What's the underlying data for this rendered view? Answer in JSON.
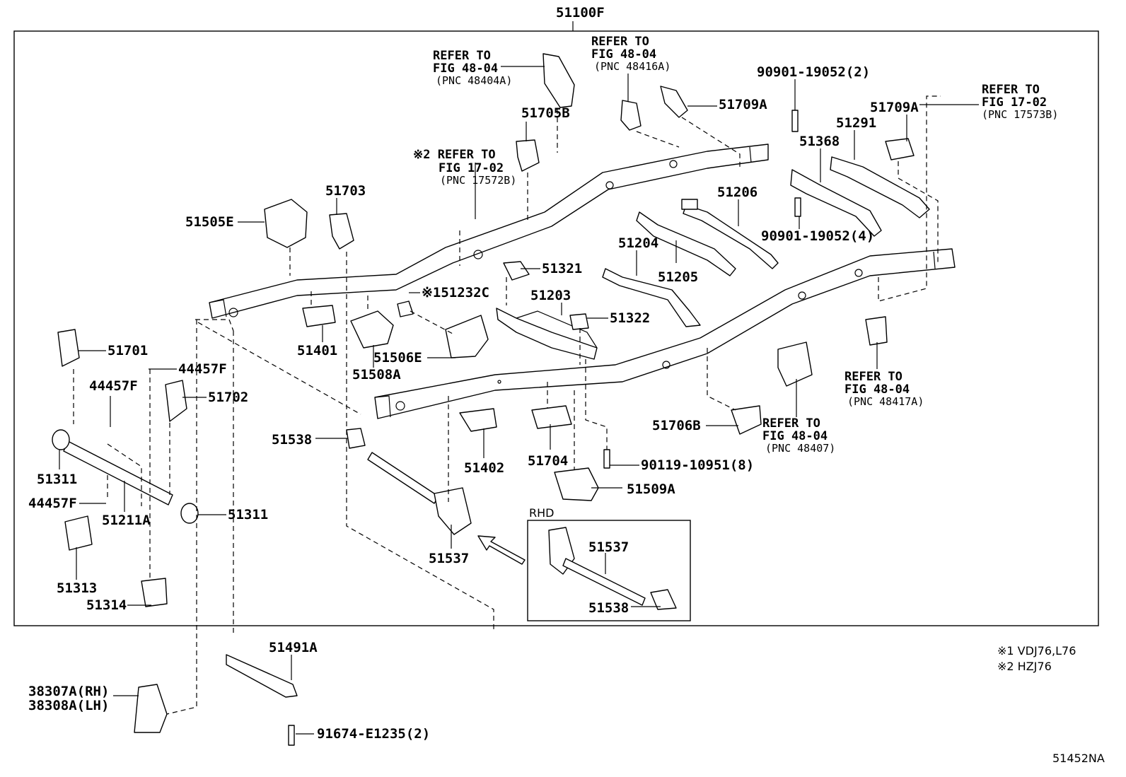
{
  "diagram": {
    "main_part": "51100F",
    "footer_code": "51452NA",
    "notes": [
      "※1 VDJ76,L76",
      "※2 HZJ76"
    ],
    "rhd_label": "RHD",
    "part_labels": {
      "p51705B": "51705B",
      "p51709A_1": "51709A",
      "p51709A_2": "51709A",
      "p90901_2": "90901-19052(2)",
      "p90901_4": "90901-19052(4)",
      "p51291": "51291",
      "p51368": "51368",
      "p51206": "51206",
      "p51204": "51204",
      "p51205": "51205",
      "p51703": "51703",
      "p51505E": "51505E",
      "p51321": "51321",
      "p51232C": "※151232C",
      "p51203": "51203",
      "p51322": "51322",
      "p51401": "51401",
      "p51506E": "51506E",
      "p51508A": "51508A",
      "p51701": "51701",
      "p44457F_1": "44457F",
      "p44457F_2": "44457F",
      "p44457F_3": "44457F",
      "p51702": "51702",
      "p51311_1": "51311",
      "p51311_2": "51311",
      "p51211A": "51211A",
      "p51313": "51313",
      "p51314": "51314",
      "p51538_1": "51538",
      "p51537_1": "51537",
      "p51402": "51402",
      "p51704": "51704",
      "p51509A": "51509A",
      "p90119": "90119-10951(8)",
      "p51706B": "51706B",
      "p51537_2": "51537",
      "p51538_2": "51538",
      "p51491A": "51491A",
      "p38307A": "38307A(RH)",
      "p38308A": "38308A(LH)",
      "p91674": "91674-E1235(2)"
    },
    "refers": {
      "r48404A": {
        "line1": "REFER TO",
        "line2": "FIG 48-04",
        "pnc": "(PNC 48404A)"
      },
      "r48416A": {
        "line1": "REFER TO",
        "line2": "FIG 48-04",
        "pnc": "(PNC 48416A)"
      },
      "r17573B": {
        "line1": "REFER TO",
        "line2": "FIG 17-02",
        "pnc": "(PNC 17573B)"
      },
      "r17572B": {
        "line1": "※2 REFER TO",
        "line2": "FIG 17-02",
        "pnc": "(PNC 17572B)"
      },
      "r48417A": {
        "line1": "REFER TO",
        "line2": "FIG 48-04",
        "pnc": "(PNC 48417A)"
      },
      "r48407": {
        "line1": "REFER TO",
        "line2": "FIG 48-04",
        "pnc": "(PNC 48407)"
      }
    }
  }
}
